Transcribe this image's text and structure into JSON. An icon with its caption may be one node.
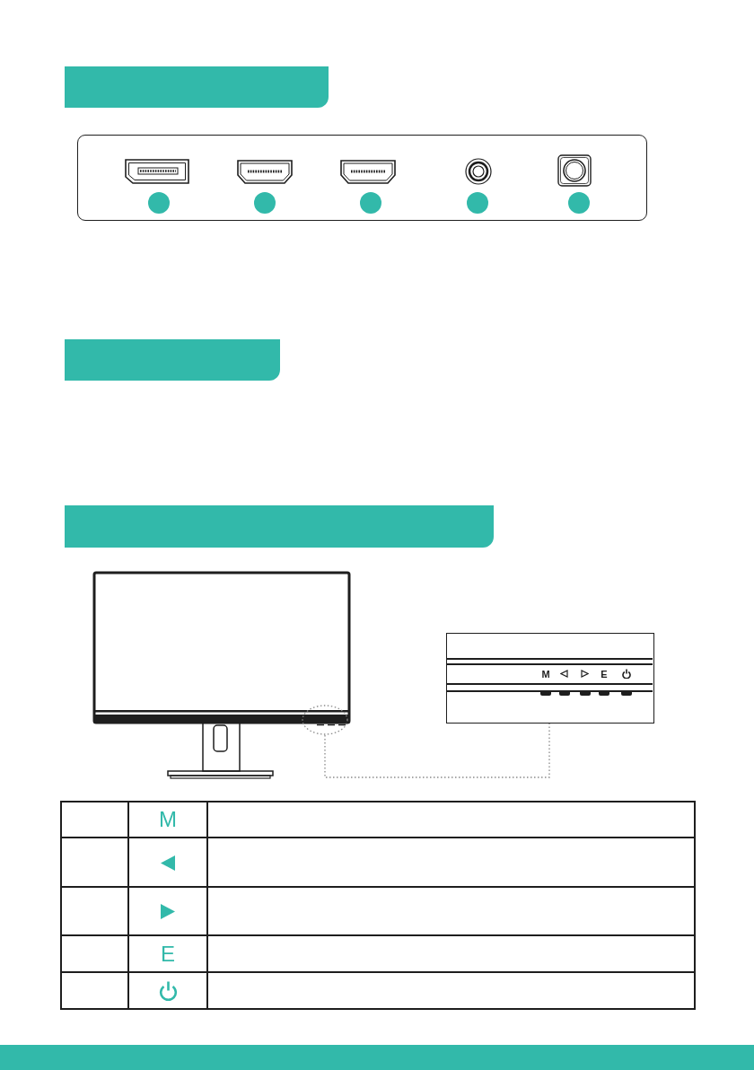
{
  "diagram": {
    "nodes": [
      {
        "text": [],
        "shape": "circle"
      },
      {
        "text": [
          "M",
          "E"
        ]
      }
    ],
    "edges": [
      {
        "from": 0,
        "to": 1,
        "arrow": "none",
        "style": "dashed"
      }
    ],
    "labels": [
      "M",
      "E"
    ]
  }
}
